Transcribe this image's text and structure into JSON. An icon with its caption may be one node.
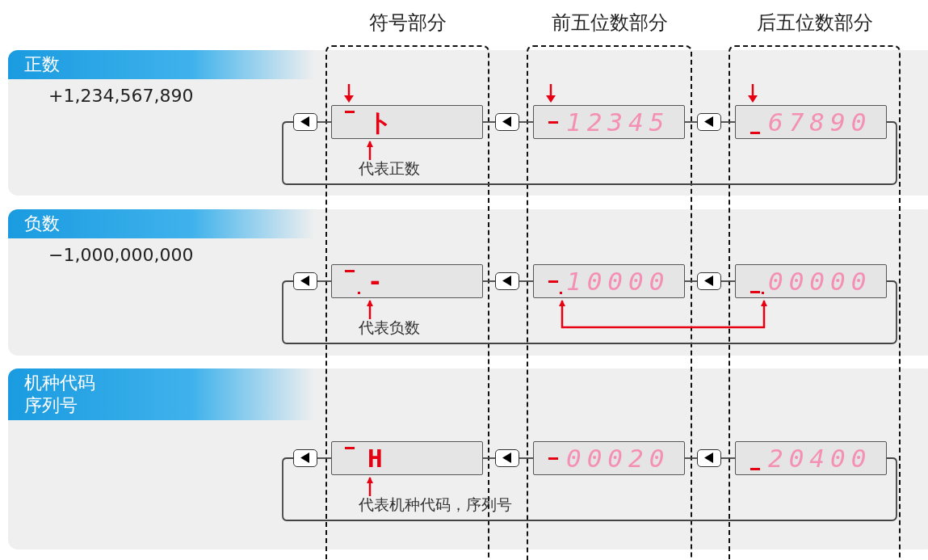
{
  "diagram": {
    "nodes": [
      {
        "text": [
          "正数",
          "+1,234,567,890"
        ]
      },
      {
        "text": [],
        "shape": "box",
        "in": 0
      },
      {
        "text": [
          "ト"
        ],
        "in": 0
      },
      {
        "text": [],
        "shape": "box",
        "in": 0
      },
      {
        "text": [
          "12345"
        ],
        "in": 0
      },
      {
        "text": [],
        "shape": "box",
        "in": 0
      },
      {
        "text": [
          "67890"
        ],
        "in": 0
      },
      {
        "text": [
          "代表正数"
        ],
        "in": 0
      },
      {
        "text": [
          "负数",
          "−1,000,000,000"
        ]
      },
      {
        "text": [],
        "shape": "box",
        "in": 8
      },
      {
        "text": [
          "-"
        ],
        "in": 8
      },
      {
        "text": [],
        "shape": "box",
        "in": 8
      },
      {
        "text": [
          "10000"
        ],
        "in": 8
      },
      {
        "text": [],
        "shape": "box",
        "in": 8
      },
      {
        "text": [
          "00000"
        ],
        "in": 8
      },
      {
        "text": [
          "代表负数"
        ],
        "in": 8
      },
      {
        "text": [
          "机种代码",
          "序列号"
        ]
      },
      {
        "text": [],
        "shape": "box",
        "in": 16
      },
      {
        "text": [
          "H"
        ],
        "in": 16
      },
      {
        "text": [],
        "shape": "box",
        "in": 16
      },
      {
        "text": [
          "00020"
        ],
        "in": 16
      },
      {
        "text": [],
        "shape": "box",
        "in": 16
      },
      {
        "text": [
          "20400"
        ],
        "in": 16
      },
      {
        "text": [
          "代表机种代码，序列号"
        ],
        "in": 16
      }
    ],
    "edges": [
      {
        "from": 1,
        "to": 2,
        "arrow": "none"
      },
      {
        "from": 2,
        "to": 3,
        "arrow": "none"
      },
      {
        "from": 3,
        "to": 4,
        "arrow": "none"
      },
      {
        "from": 4,
        "to": 5,
        "arrow": "none"
      },
      {
        "from": 5,
        "to": 6,
        "arrow": "none"
      },
      {
        "from": 6,
        "to": 1,
        "arrow": "none"
      },
      {
        "from": 7,
        "to": 2,
        "arrow": "to",
        "color": "#e60012"
      },
      {
        "from": 9,
        "to": 10,
        "arrow": "none"
      },
      {
        "from": 10,
        "to": 11,
        "arrow": "none"
      },
      {
        "from": 11,
        "to": 12,
        "arrow": "none"
      },
      {
        "from": 12,
        "to": 13,
        "arrow": "none"
      },
      {
        "from": 13,
        "to": 14,
        "arrow": "none"
      },
      {
        "from": 14,
        "to": 9,
        "arrow": "none"
      },
      {
        "from": 15,
        "to": 10,
        "arrow": "to",
        "color": "#e60012"
      },
      {
        "from": 12,
        "to": 14,
        "arrow": "both",
        "color": "#e60012"
      },
      {
        "from": 17,
        "to": 18,
        "arrow": "none"
      },
      {
        "from": 18,
        "to": 19,
        "arrow": "none"
      },
      {
        "from": 19,
        "to": 20,
        "arrow": "none"
      },
      {
        "from": 20,
        "to": 21,
        "arrow": "none"
      },
      {
        "from": 21,
        "to": 22,
        "arrow": "none"
      },
      {
        "from": 22,
        "to": 17,
        "arrow": "none"
      },
      {
        "from": 23,
        "to": 18,
        "arrow": "to",
        "color": "#e60012"
      }
    ],
    "labels": [
      "符号部分",
      "前五位数部分",
      "后五位数部分"
    ]
  }
}
